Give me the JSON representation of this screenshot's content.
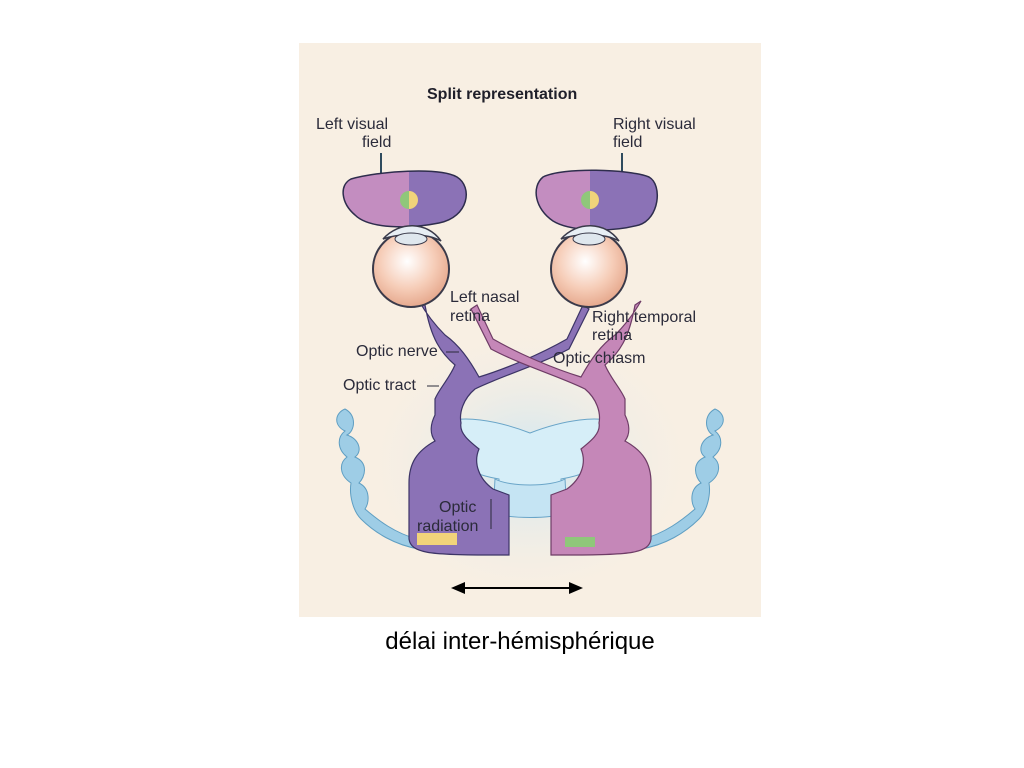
{
  "figure": {
    "title": "Split representation",
    "labels": {
      "left_visual_field_1": "Left visual",
      "left_visual_field_2": "field",
      "right_visual_field_1": "Right visual",
      "right_visual_field_2": "field",
      "left_nasal_retina_1": "Left nasal",
      "left_nasal_retina_2": "retina",
      "right_temporal_retina_1": "Right temporal",
      "right_temporal_retina_2": "retina",
      "optic_nerve": "Optic nerve",
      "optic_chiasm": "Optic chiasm",
      "optic_tract": "Optic tract",
      "optic_radiation_1": "Optic",
      "optic_radiation_2": "radiation"
    },
    "colors": {
      "background": "#f8efe3",
      "left_pathway": "#8b72b6",
      "right_pathway": "#c587b8",
      "cortex": "#9ecde6",
      "left_field_spot": "#8fc77a",
      "right_field_spot": "#f1d37a"
    }
  },
  "caption": "délai inter-hémisphérique"
}
